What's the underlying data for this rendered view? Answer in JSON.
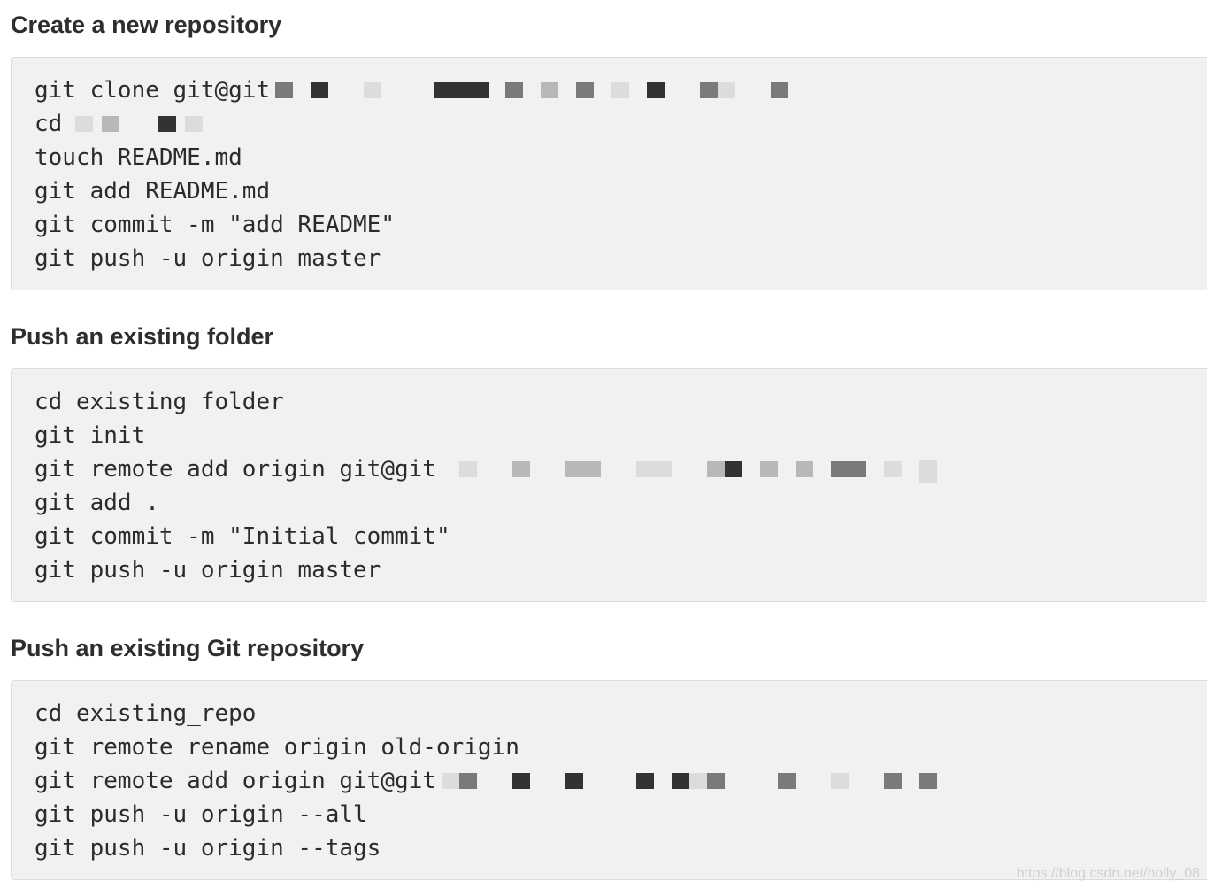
{
  "sections": [
    {
      "title": "Create a new repository",
      "lines": [
        "git clone git@git.",
        "cd ",
        "touch README.md",
        "git add README.md",
        "git commit -m \"add README\"",
        "git push -u origin master"
      ]
    },
    {
      "title": "Push an existing folder",
      "lines": [
        "cd existing_folder",
        "git init",
        "git remote add origin git@git",
        "git add .",
        "git commit -m \"Initial commit\"",
        "git push -u origin master"
      ]
    },
    {
      "title": "Push an existing Git repository",
      "lines": [
        "cd existing_repo",
        "git remote rename origin old-origin",
        "git remote add origin git@git",
        "git push -u origin --all",
        "git push -u origin --tags"
      ]
    }
  ],
  "watermark": "https://blog.csdn.net/holly_08"
}
